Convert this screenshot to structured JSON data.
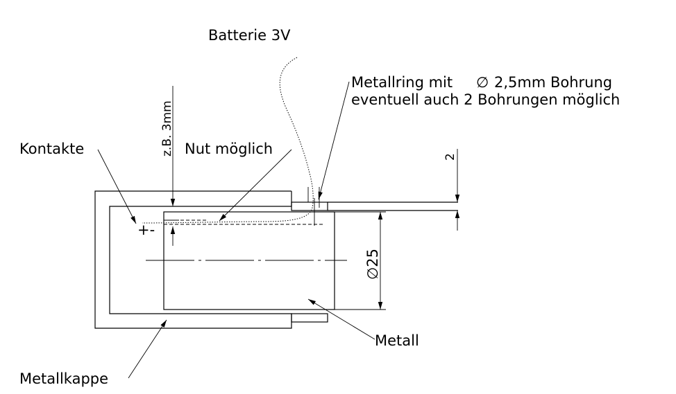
{
  "labels": {
    "battery": "Batterie 3V",
    "ring_line1_prefix": "Metallring mit",
    "ring_line1_suffix": "2,5mm Bohrung",
    "ring_line2": "eventuell auch 2 Bohrungen möglich",
    "contacts": "Kontakte",
    "groove_note": "z.B. 3mm",
    "groove": "Nut möglich",
    "polarity": "+-",
    "metal": "Metall",
    "cap": "Metallkappe"
  },
  "dimensions": {
    "diameter_symbol": "∅",
    "ring_thickness": "2",
    "body_diameter": "∅25"
  },
  "colors": {
    "ink": "#000000",
    "background": "#ffffff"
  }
}
